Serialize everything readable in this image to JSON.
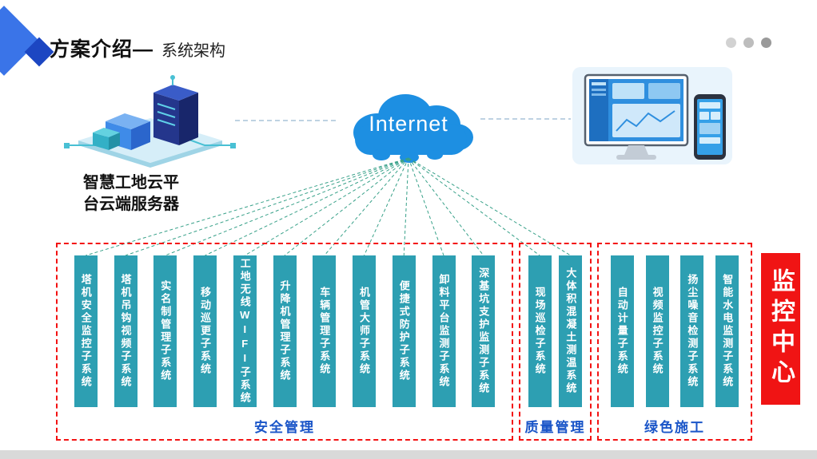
{
  "slide": {
    "title_bold": "方案介绍—",
    "title_light": "系统架构"
  },
  "server": {
    "label": "智慧工地云平台云端服务器"
  },
  "cloud": {
    "label": "Internet"
  },
  "monitor_center": {
    "label": "监控中心"
  },
  "groups": [
    {
      "label": "安全管理",
      "items": [
        "塔机安全监控子系统",
        "塔机吊钩视频子系统",
        "实名制管理子系统",
        "移动巡更子系统",
        "工地无线WIFI子系统",
        "升降机管理子系统",
        "车辆管理子系统",
        "机管大师子系统",
        "便捷式防护子系统",
        "卸料平台监测子系统",
        "深基坑支护监测子系统"
      ]
    },
    {
      "label": "质量管理",
      "items": [
        "现场巡检子系统",
        "大体积混凝土测温系统"
      ]
    },
    {
      "label": "绿色施工",
      "items": [
        "自动计量子系统",
        "视频监控子系统",
        "扬尘噪音检测子系统",
        "智能水电监测子系统"
      ]
    }
  ],
  "icons": {
    "left": "cloud-server-isometric-illustration",
    "center": "internet-cloud",
    "right": "monitor-and-phone-illustration",
    "corner": "blue-diamond-decoration",
    "top_right": "three-gray-dots"
  },
  "colors": {
    "bar_teal": "#2d9fb2",
    "cloud_blue": "#1d8fe2",
    "group_border_red": "#f31212",
    "monitor_center_red": "#f01414",
    "group_label_blue": "#1a55c8",
    "decoration_blue": "#3a74e8",
    "bottom_strip_gray": "#d9d9d9"
  }
}
